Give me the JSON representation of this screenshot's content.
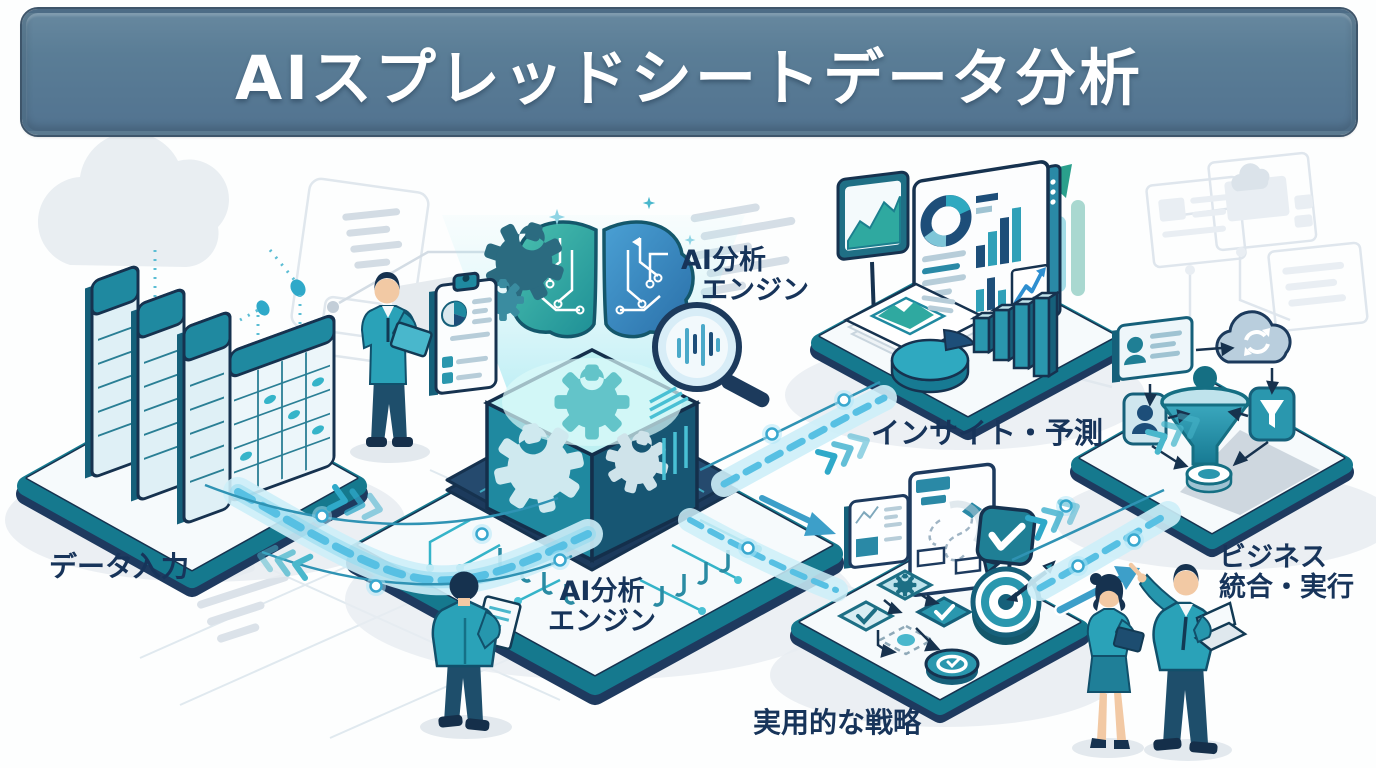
{
  "banner": {
    "title": "AIスプレッドシートデータ分析"
  },
  "stations": [
    {
      "id": "data-input",
      "label": "データ入力"
    },
    {
      "id": "ai-engine",
      "label_line1": "AI分析",
      "label_line2": "エンジン"
    },
    {
      "id": "insights-forecast",
      "label": "インサイト・予測"
    },
    {
      "id": "actionable-strategy",
      "label": "実用的な戦略"
    },
    {
      "id": "business-integration",
      "label_line1": "ビジネス",
      "label_line2": "統合・実行"
    }
  ],
  "colors": {
    "banner_bg": "#5a7d96",
    "banner_border": "#3e556a",
    "label_text": "#17345a",
    "outline_navy": "#16324f",
    "teal": "#1f89a0",
    "teal_dark": "#136579",
    "cyan_glow": "#5ec7e8",
    "blue": "#2f7fb8",
    "green_arrow": "#2aa08c",
    "platform_top": "#f6fafc",
    "platform_side": "#1e3a5f"
  },
  "icons": [
    "spreadsheet-stack-icon",
    "circuit-brain-icon",
    "gear-icon",
    "magnifier-icon",
    "clipboard-icon",
    "dashboard-screen-icon",
    "donut-chart-icon",
    "bar-chart-icon",
    "line-chart-icon",
    "pie-3d-icon",
    "growth-arrow-icon",
    "monitor-icon",
    "report-stack-icon",
    "flowchart-screen-icon",
    "check-badge-icon",
    "target-dart-icon",
    "funnel-icon",
    "cloud-sync-icon",
    "id-card-icon",
    "person-card-icon",
    "filter-card-icon",
    "coin-icon",
    "tablet-icon",
    "laptop-icon",
    "data-pipeline-icon",
    "chevron-arrows-icon"
  ]
}
